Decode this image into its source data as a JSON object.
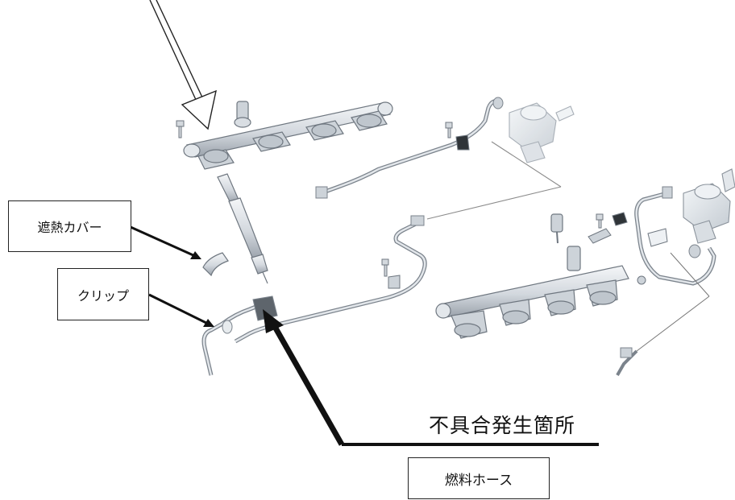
{
  "labels": {
    "heat_cover": "遮熱カバー",
    "clip": "クリップ",
    "defect_location": "不具合発生箇所",
    "fuel_hose": "燃料ホース"
  },
  "colors": {
    "part_fill": "#dfe3e8",
    "part_stroke": "#6f7780",
    "arrow": "#111111"
  },
  "icons": [
    "fuel-rail-icon",
    "injector-icon",
    "high-pressure-pump-icon",
    "fuel-line-icon",
    "bolt-icon"
  ]
}
